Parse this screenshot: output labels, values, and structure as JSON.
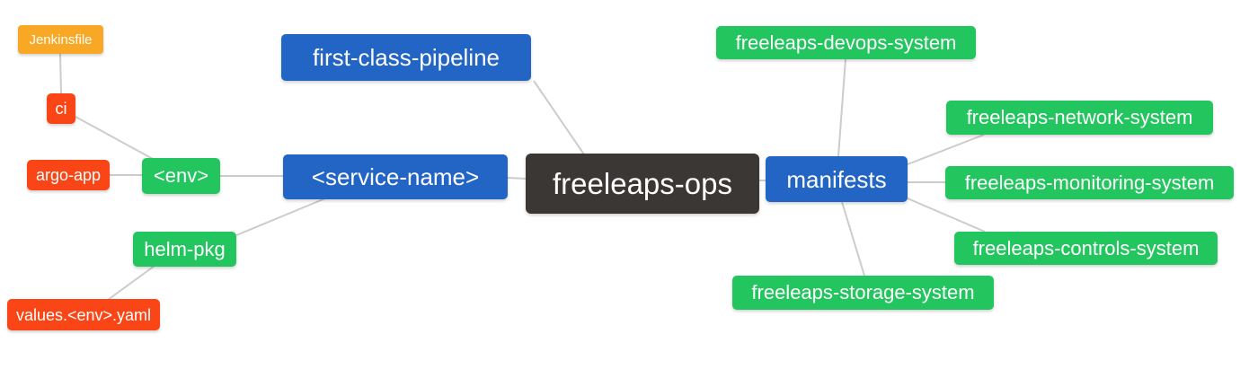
{
  "diagram": {
    "nodes": [
      {
        "id": "freeleaps-ops",
        "label": "freeleaps-ops",
        "level": "root"
      },
      {
        "id": "first-class-pipeline",
        "label": "first-class-pipeline",
        "level": "level1"
      },
      {
        "id": "service-name",
        "label": "<service-name>",
        "level": "level1"
      },
      {
        "id": "manifests",
        "label": "manifests",
        "level": "level1"
      },
      {
        "id": "env",
        "label": "<env>",
        "level": "level2"
      },
      {
        "id": "helm-pkg",
        "label": "helm-pkg",
        "level": "level2"
      },
      {
        "id": "freeleaps-devops-system",
        "label": "freeleaps-devops-system",
        "level": "level2"
      },
      {
        "id": "freeleaps-network-system",
        "label": "freeleaps-network-system",
        "level": "level2"
      },
      {
        "id": "freeleaps-monitoring-system",
        "label": "freeleaps-monitoring-system",
        "level": "level2"
      },
      {
        "id": "freeleaps-controls-system",
        "label": "freeleaps-controls-system",
        "level": "level2"
      },
      {
        "id": "freeleaps-storage-system",
        "label": "freeleaps-storage-system",
        "level": "level2"
      },
      {
        "id": "ci",
        "label": "ci",
        "level": "level3"
      },
      {
        "id": "argo-app",
        "label": "argo-app",
        "level": "level3"
      },
      {
        "id": "values-env-yaml",
        "label": "values.<env>.yaml",
        "level": "level3"
      },
      {
        "id": "jenkinsfile",
        "label": "Jenkinsfile",
        "level": "level4"
      }
    ],
    "edges": [
      {
        "from": "jenkinsfile",
        "to": "ci"
      },
      {
        "from": "ci",
        "to": "env"
      },
      {
        "from": "argo-app",
        "to": "env"
      },
      {
        "from": "env",
        "to": "service-name"
      },
      {
        "from": "helm-pkg",
        "to": "service-name"
      },
      {
        "from": "values-env-yaml",
        "to": "helm-pkg"
      },
      {
        "from": "first-class-pipeline",
        "to": "freeleaps-ops"
      },
      {
        "from": "service-name",
        "to": "freeleaps-ops"
      },
      {
        "from": "freeleaps-ops",
        "to": "manifests"
      },
      {
        "from": "manifests",
        "to": "freeleaps-devops-system"
      },
      {
        "from": "manifests",
        "to": "freeleaps-network-system"
      },
      {
        "from": "manifests",
        "to": "freeleaps-monitoring-system"
      },
      {
        "from": "manifests",
        "to": "freeleaps-controls-system"
      },
      {
        "from": "manifests",
        "to": "freeleaps-storage-system"
      }
    ],
    "colors": {
      "root": "#3B3734",
      "level1": "#2265C4",
      "level2": "#22C55E",
      "level3": "#FA4616",
      "level4": "#F9A825",
      "edge": "#CCCCCC",
      "text": "#FFFFFF"
    }
  }
}
